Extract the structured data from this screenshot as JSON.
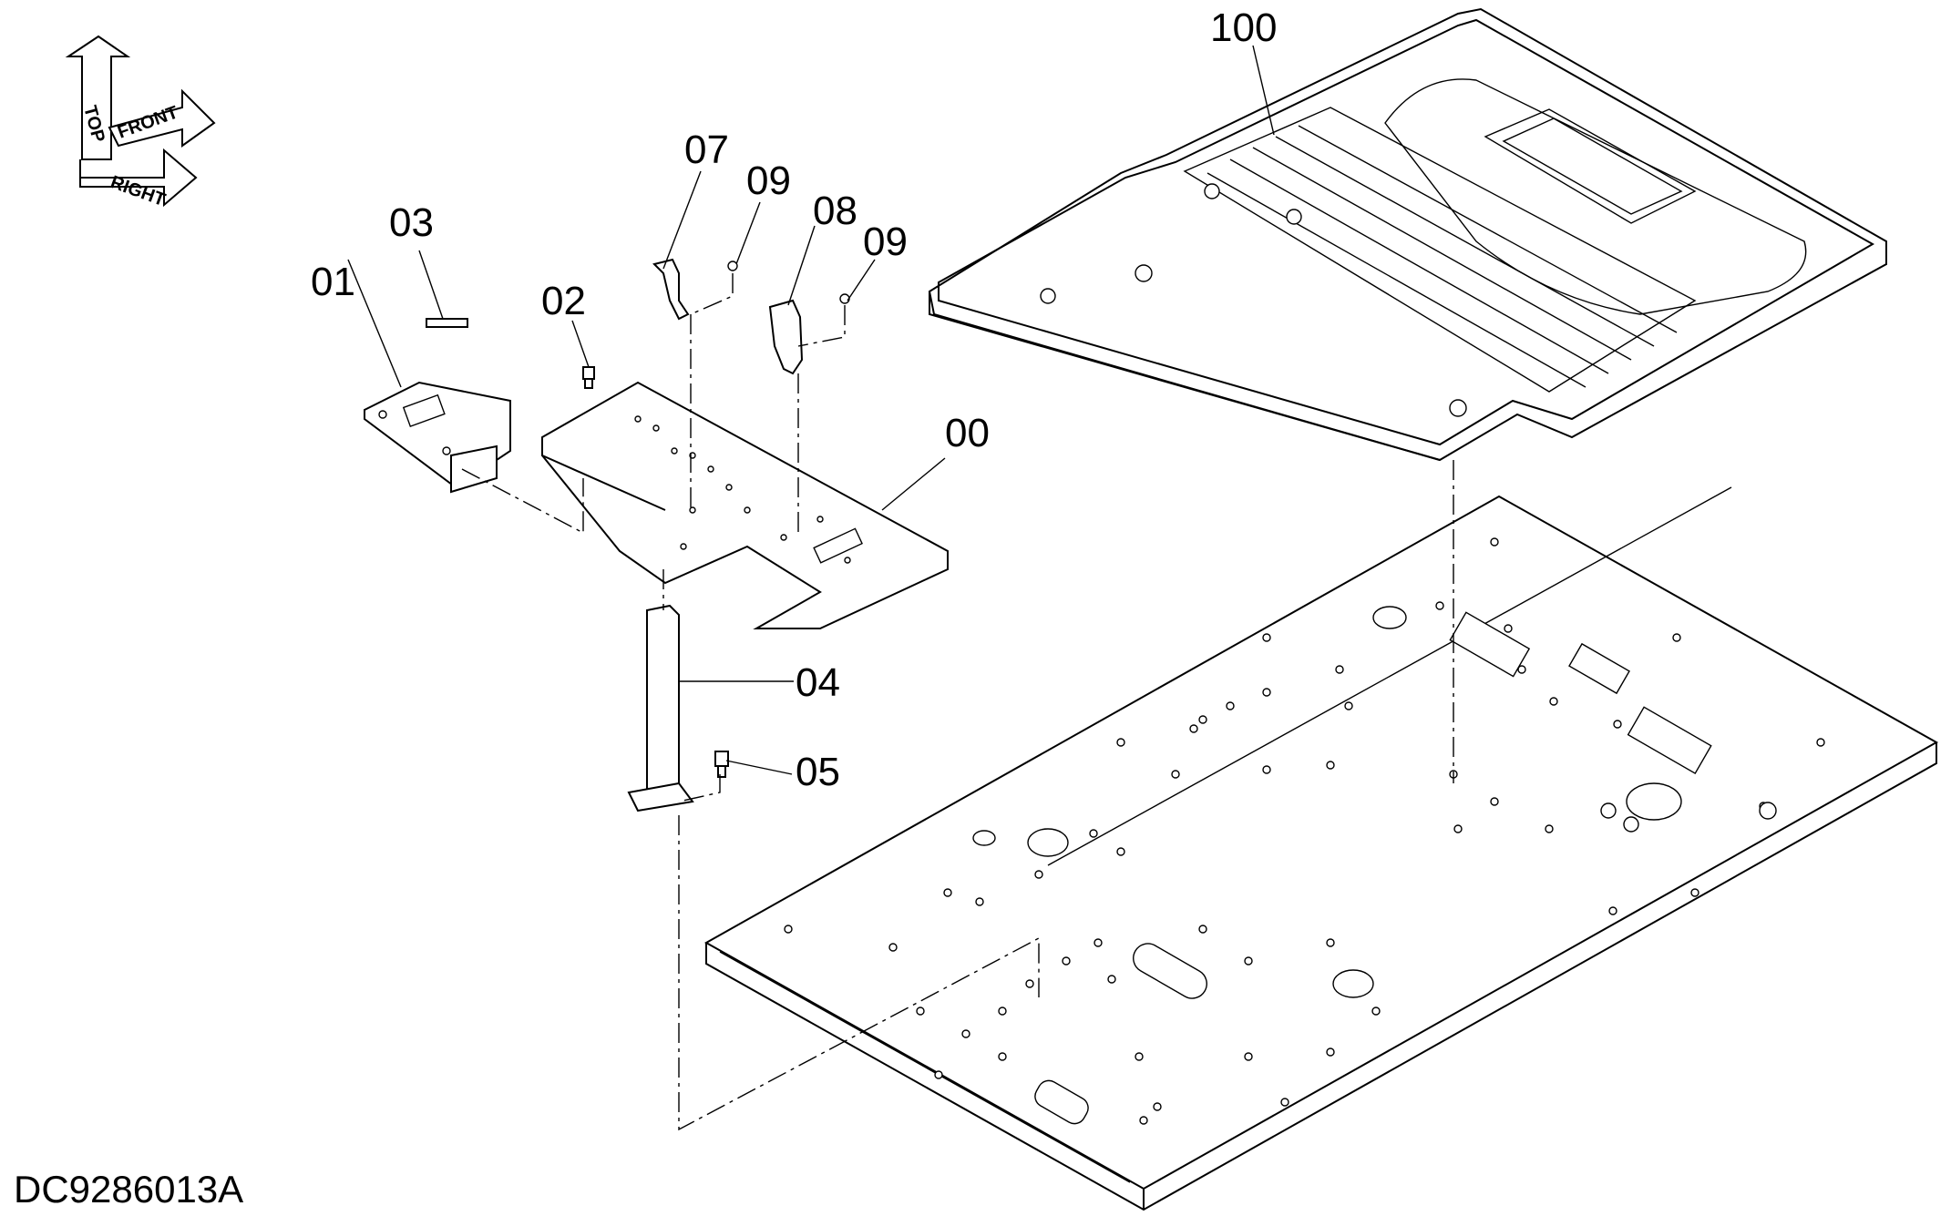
{
  "drawing_code": "DC9286013A",
  "orientation": {
    "top": "TOP",
    "front": "FRONT",
    "right": "RIGHT"
  },
  "parts": [
    {
      "id": "p00",
      "label": "00"
    },
    {
      "id": "p01",
      "label": "01"
    },
    {
      "id": "p02",
      "label": "02"
    },
    {
      "id": "p03",
      "label": "03"
    },
    {
      "id": "p04",
      "label": "04"
    },
    {
      "id": "p05",
      "label": "05"
    },
    {
      "id": "p07",
      "label": "07"
    },
    {
      "id": "p08",
      "label": "08"
    },
    {
      "id": "p09a",
      "label": "09"
    },
    {
      "id": "p09b",
      "label": "09"
    },
    {
      "id": "p100",
      "label": "100"
    }
  ]
}
